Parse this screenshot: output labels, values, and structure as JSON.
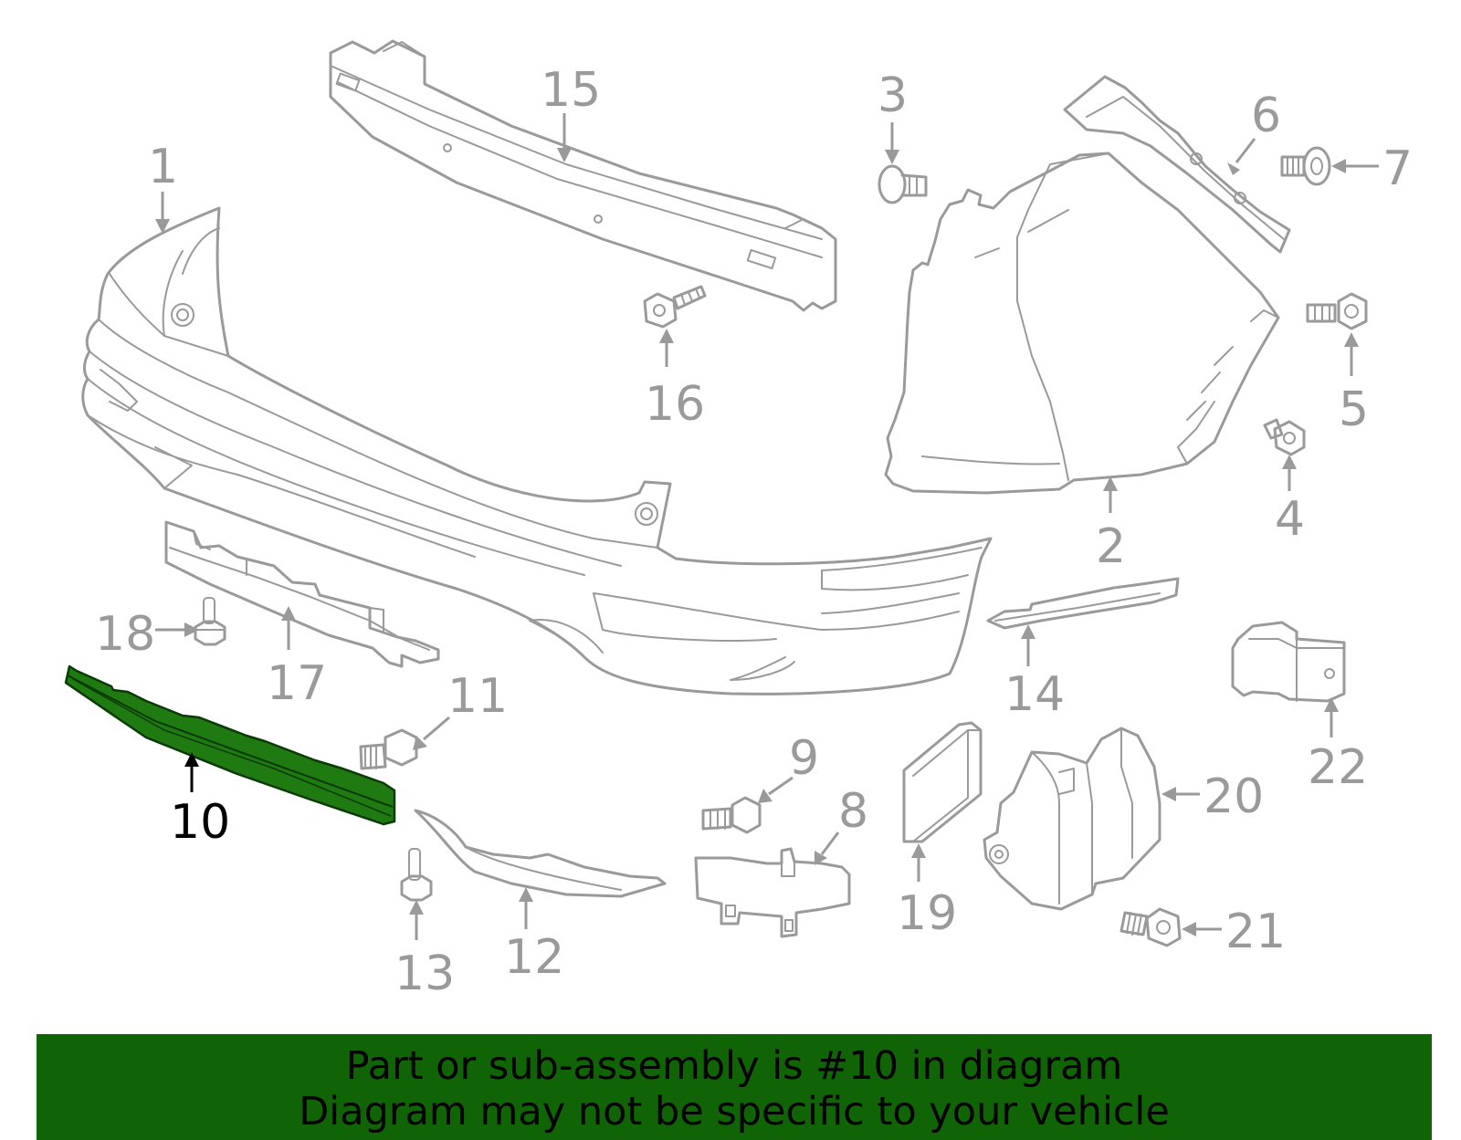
{
  "highlight_part": "10",
  "labels": [
    {
      "id": "1",
      "text": "1"
    },
    {
      "id": "2",
      "text": "2"
    },
    {
      "id": "3",
      "text": "3"
    },
    {
      "id": "4",
      "text": "4"
    },
    {
      "id": "5",
      "text": "5"
    },
    {
      "id": "6",
      "text": "6"
    },
    {
      "id": "7",
      "text": "7"
    },
    {
      "id": "8",
      "text": "8"
    },
    {
      "id": "9",
      "text": "9"
    },
    {
      "id": "10",
      "text": "10"
    },
    {
      "id": "11",
      "text": "11"
    },
    {
      "id": "12",
      "text": "12"
    },
    {
      "id": "13",
      "text": "13"
    },
    {
      "id": "14",
      "text": "14"
    },
    {
      "id": "15",
      "text": "15"
    },
    {
      "id": "16",
      "text": "16"
    },
    {
      "id": "17",
      "text": "17"
    },
    {
      "id": "18",
      "text": "18"
    },
    {
      "id": "19",
      "text": "19"
    },
    {
      "id": "20",
      "text": "20"
    },
    {
      "id": "21",
      "text": "21"
    },
    {
      "id": "22",
      "text": "22"
    }
  ],
  "banner": {
    "line1": "Part or sub-assembly is #10 in diagram",
    "line2": "Diagram may not be specific to your vehicle"
  },
  "colors": {
    "part_stroke": "#9a9a9a",
    "highlight_fill": "#1f7a12",
    "banner_bg": "#116405",
    "highlight_label": "#000000"
  }
}
